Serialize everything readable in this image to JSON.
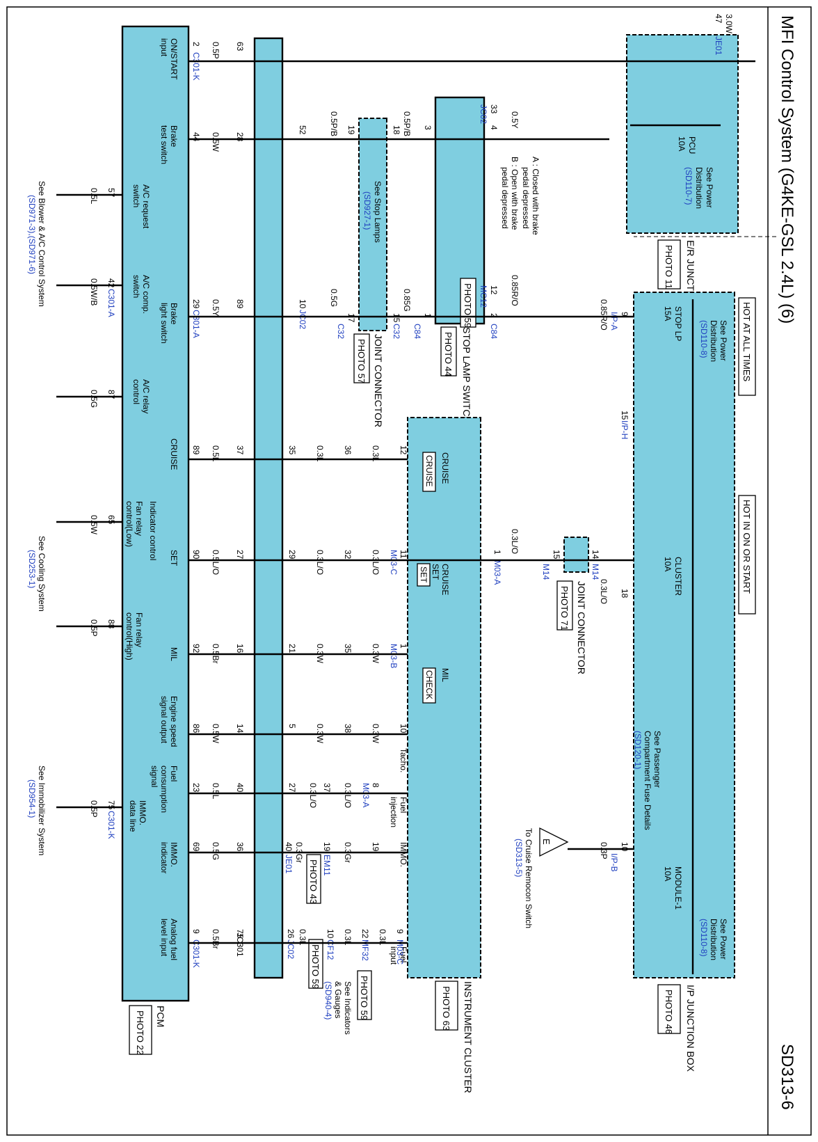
{
  "title": "MFI Control System (G4KE-GSL 2.4L) (6)",
  "page_code": "SD313-6",
  "blocks": {
    "er_box": "E/R JUNCTION BOX",
    "er_photo": "PHOTO 11",
    "ip_box": "I/P JUNCTION BOX",
    "ip_photo": "PHOTO 46",
    "cluster": "INSTRUMENT CLUSTER",
    "cluster_photo": "PHOTO 63",
    "pcm": "PCM",
    "pcm_photo": "PHOTO 22",
    "stop_switch": "STOP LAMP SWITCH",
    "stop_photo": "PHOTO 44",
    "joint32": "JOINT CONNECTOR",
    "joint32_photo": "PHOTO 57",
    "joint14": "JOINT CONNECTOR",
    "joint14_photo": "PHOTO 71",
    "mc12_photo": "PHOTO 59",
    "em11_photo": "PHOTO 43",
    "cf12_photo": "PHOTO 59",
    "mf32_photo": "PHOTO 59"
  },
  "power": {
    "hot_all": "HOT AT ALL TIMES",
    "hot_on": "HOT IN ON OR START"
  },
  "fuses": {
    "pcu": [
      "PCU",
      "10A"
    ],
    "stop": [
      "STOP LP",
      "15A"
    ],
    "cluster": [
      "CLUSTER",
      "10A"
    ],
    "module": [
      "MODULE-1",
      "10A"
    ]
  },
  "refs": {
    "power_110_7": [
      "See Power",
      "Distribution",
      "(SD110-7)"
    ],
    "power_110_8a": [
      "See Power",
      "Distribution",
      "(SD110-8)"
    ],
    "power_110_8b": [
      "See Power",
      "Distribution",
      "(SD110-8)"
    ],
    "passenger": [
      "See Passenger",
      "Compartment Fuse Details",
      "(SD120-1)"
    ],
    "stop_lamps": [
      "See Stop Lamps",
      "(SD927-1)"
    ],
    "blower": [
      "See Blower & A/C Control System",
      "(SD971-3),(SD971-6)"
    ],
    "cooling": [
      "See Cooling System",
      "(SD253-1)"
    ],
    "immobilizer": [
      "See Immobilizer System",
      "(SD954-1)"
    ],
    "cruise_remocon": [
      "To Cruise Remocon Switch",
      "(SD313-5)"
    ],
    "indicators": [
      "See Indicators",
      "& Gauges",
      "(SD940-4)"
    ]
  },
  "switch_notes": {
    "a": "A : Closed with brake",
    "a2": "pedal depressed",
    "b": "B : Open with brake",
    "b2": "pedal depressed"
  },
  "cluster_labels": {
    "cruise": "CRUISE",
    "cruise_badge": "CRUISE",
    "cruise_set": "CRUISE",
    "set": "SET",
    "set_badge": "SET",
    "mil": "MIL",
    "check": "CHECK",
    "tacho": "Tacho.",
    "fuel_inj": [
      "Fuel",
      "injection"
    ],
    "immo": "IMMO.",
    "fuel_input": [
      "Fuel",
      "input"
    ]
  },
  "pcm_labels": {
    "on_start": [
      "ON/START",
      "input"
    ],
    "brake_test": [
      "Brake",
      "test switch"
    ],
    "ac_request": [
      "A/C request",
      "switch"
    ],
    "ac_comp": [
      "A/C comp.",
      "switch"
    ],
    "brake_light": [
      "Brake",
      "light switch"
    ],
    "ac_relay": [
      "A/C relay",
      "control"
    ],
    "cruise": "CRUISE",
    "set": "SET",
    "mil": "MIL",
    "indicator_control": "Indicator control",
    "fan_low": [
      "Fan relay",
      "control(Low)"
    ],
    "fan_high": [
      "Fan relay",
      "control(High)"
    ],
    "engine_speed": [
      "Engine speed",
      "signal output"
    ],
    "fuel_consumption": [
      "Fuel",
      "consumption",
      "signal"
    ],
    "immo": [
      "IMMO.",
      "data line"
    ],
    "immo_ind": [
      "IMMO.",
      "indicator"
    ],
    "analog_fuel": [
      "Analog fuel",
      "level input"
    ]
  },
  "connectors": {
    "je01a": "JE01",
    "jc02a": "JC02",
    "c84a": "C84",
    "c84b": "C84",
    "mc12": "MC12",
    "ipa": "I/P-A",
    "iph": "I/P-H",
    "ipb": "I/P-B",
    "c32a": "C32",
    "c32b": "C32",
    "jc02b": "JC02",
    "c301k1": "C301-K",
    "c301a1": "C301-A",
    "c301a2": "C301-A",
    "c301k2": "C301-K",
    "c301k3": "C301-K",
    "m14a": "M14",
    "m14b": "M14",
    "m03a1": "M03-A",
    "m03c1": "M03-C",
    "m03b": "M03-B",
    "m03a2": "M03-A",
    "je01b": "JE01",
    "em11": "EM11",
    "m03c2": "M03-C",
    "mf32": "MF32",
    "cf12": "CF12",
    "jc02c": "JC02",
    "jc301": "JC301",
    "e_symbol": "E"
  },
  "wires": {
    "w30w": "3.0W",
    "p47": "47",
    "w085ro_a": "0.85R/O",
    "p9": "9",
    "p15h": "15",
    "w03lo_a": "0.3L/O",
    "p18": "18",
    "w03p_a": "0.3P",
    "p10": "10",
    "w05y_a": "0.5Y",
    "p33": "33",
    "p4": "4",
    "w085ro_b": "0.85R/O",
    "p12": "12",
    "p2": "2",
    "p3": "3",
    "w05pb": "0.5P/B",
    "p18b": "18",
    "p1": "1",
    "w085g": "0.85G",
    "p15": "15",
    "p19": "19",
    "w05pb2": "0.5P/B",
    "p52": "52",
    "p17": "17",
    "w05g_a": "0.5G",
    "p10b": "10",
    "p63": "63",
    "w05p_a": "0.5P",
    "p2b": "2",
    "p28": "28",
    "w05w_a": "0.5W",
    "p44": "44",
    "p89": "89",
    "w05y_b": "0.5Y",
    "p29": "29",
    "p57": "57",
    "w05l_a": "0.5L",
    "p42": "42",
    "w05wb": "0.5W/B",
    "p87": "87",
    "w05g_b": "0.5G",
    "p65": "65",
    "w05w_b": "0.5W",
    "p88": "88",
    "w05p_b": "0.5P",
    "p75": "75",
    "w05p_c": "0.5P",
    "c_p12": "12",
    "c_w03l": "0.3L",
    "c_p36": "36",
    "c_w03l2": "0.3L",
    "c_p35": "35",
    "c_p37": "37",
    "c_w05l": "0.5L",
    "c_p89": "89",
    "s_p11": "11",
    "s_w03lo": "0.3L/O",
    "s_p32": "32",
    "s_w03lo2": "0.3L/O",
    "s_p29": "29",
    "s_p27": "27",
    "s_w05lo": "0.5L/O",
    "s_p90": "90",
    "m_p1": "1",
    "m_w03w": "0.3W",
    "m_p35": "35",
    "m_w03w2": "0.3W",
    "m_p21": "21",
    "m_p16": "16",
    "m_w05br": "0.5Br",
    "m_p92": "92",
    "t_p10": "10",
    "t_w03w": "0.3W",
    "t_p38": "38",
    "t_w03w2": "0.3W",
    "t_p5": "5",
    "t_p14": "14",
    "t_w05w": "0.5W",
    "t_p86": "86",
    "f_p8": "8",
    "f_w03lo": "0.3L/O",
    "f_p37": "37",
    "f_w03lo2": "0.3L/O",
    "f_p27": "27",
    "f_p40": "40",
    "f_w05l": "0.5L",
    "f_p23": "23",
    "i_p19": "19",
    "i_w03gr": "0.3Gr",
    "i_p19b": "19",
    "i_w03gr2": "0.3Gr",
    "i_p40": "40",
    "i_p36": "36",
    "i_w05g": "0.5G",
    "i_p69": "69",
    "a_p9": "9",
    "a_w03l": "0.3L",
    "a_p22": "22",
    "a_w03l2": "0.3L",
    "a_p10": "10",
    "a_w03l3": "0.3L",
    "a_p26": "26",
    "a_p75": "75",
    "a_w05br": "0.5Br",
    "a_p9b": "9",
    "j_p1": "1",
    "j_w03lo": "0.3L/O",
    "j_p15": "15",
    "j_p14": "14"
  }
}
